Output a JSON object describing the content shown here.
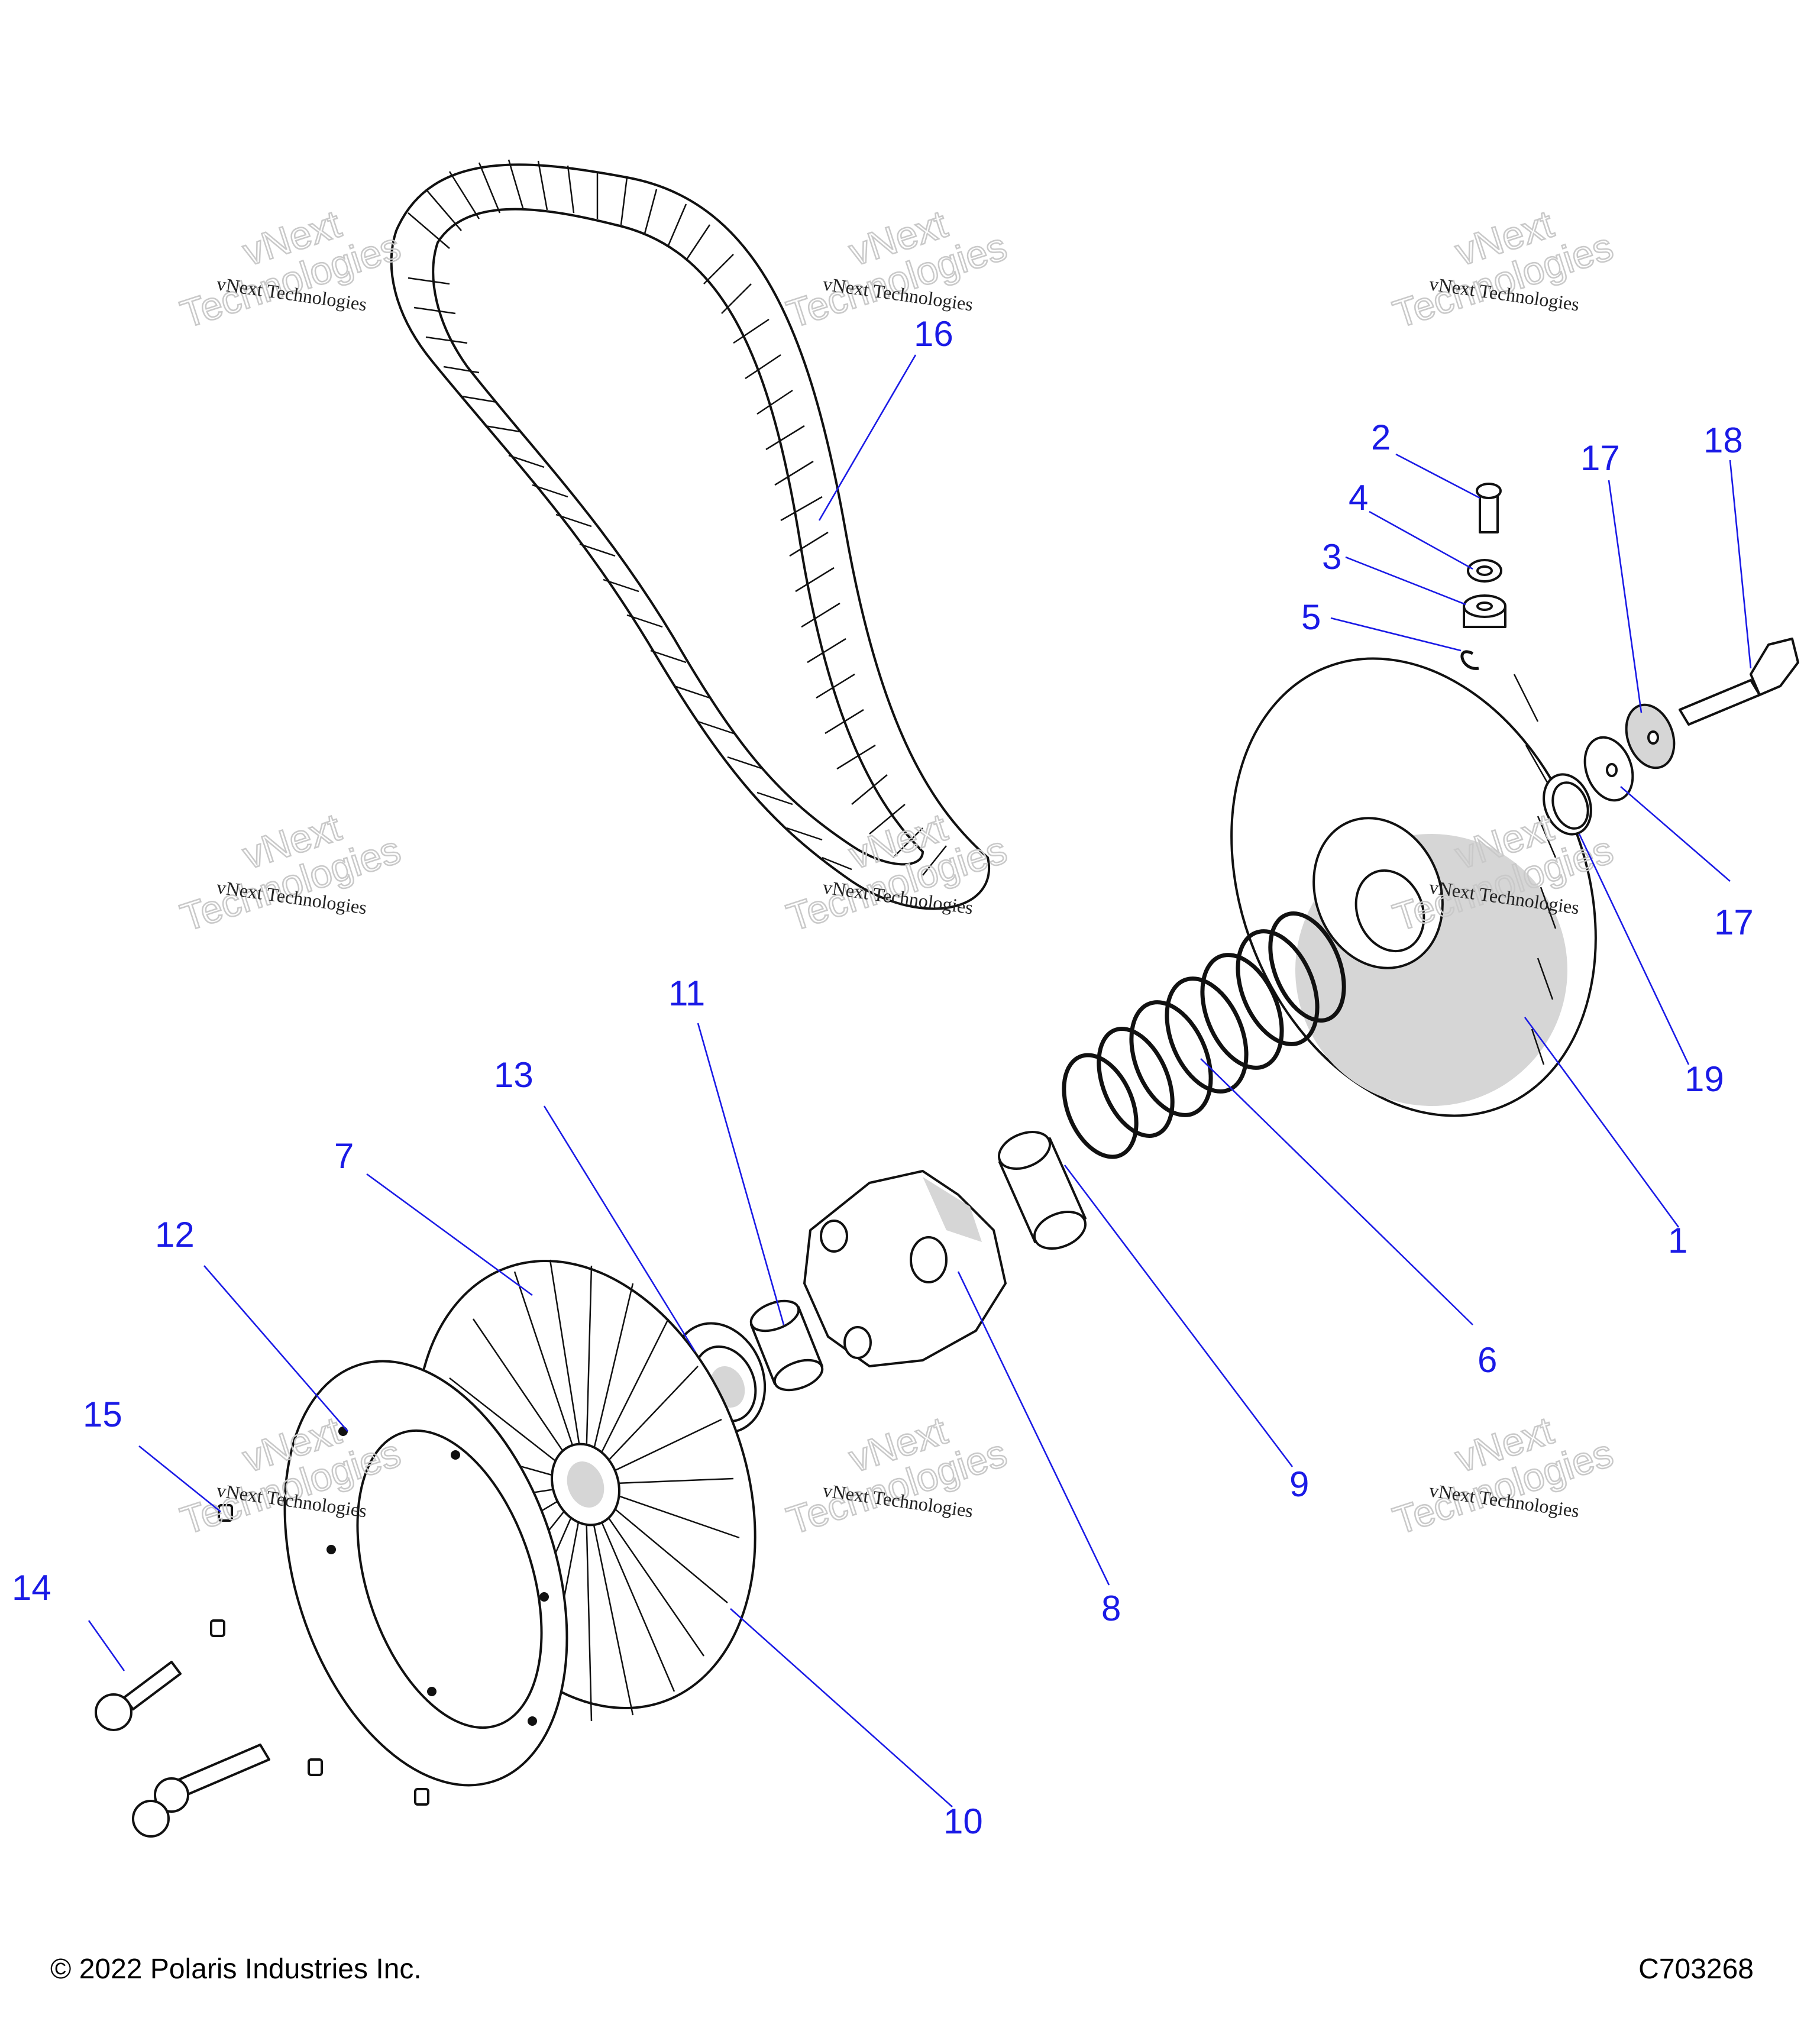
{
  "watermark": {
    "line1": "vNext Technologies",
    "line2": "Technologies",
    "line3": "vNext"
  },
  "callouts": [
    {
      "id": "c1",
      "label": "1"
    },
    {
      "id": "c2",
      "label": "2"
    },
    {
      "id": "c3",
      "label": "3"
    },
    {
      "id": "c4",
      "label": "4"
    },
    {
      "id": "c5",
      "label": "5"
    },
    {
      "id": "c6",
      "label": "6"
    },
    {
      "id": "c7",
      "label": "7"
    },
    {
      "id": "c8",
      "label": "8"
    },
    {
      "id": "c9",
      "label": "9"
    },
    {
      "id": "c10",
      "label": "10"
    },
    {
      "id": "c11",
      "label": "11"
    },
    {
      "id": "c12",
      "label": "12"
    },
    {
      "id": "c13",
      "label": "13"
    },
    {
      "id": "c14",
      "label": "14"
    },
    {
      "id": "c15",
      "label": "15"
    },
    {
      "id": "c16",
      "label": "16"
    },
    {
      "id": "c17a",
      "label": "17"
    },
    {
      "id": "c17b",
      "label": "17"
    },
    {
      "id": "c18",
      "label": "18"
    },
    {
      "id": "c19",
      "label": "19"
    }
  ],
  "footer": {
    "copyright": "© 2022 Polaris Industries Inc.",
    "diagram_code": "C703268"
  },
  "colors": {
    "callout": "#1a1ae6",
    "line_art": "#111111",
    "shading": "#d6d6d6",
    "background": "#ffffff"
  }
}
